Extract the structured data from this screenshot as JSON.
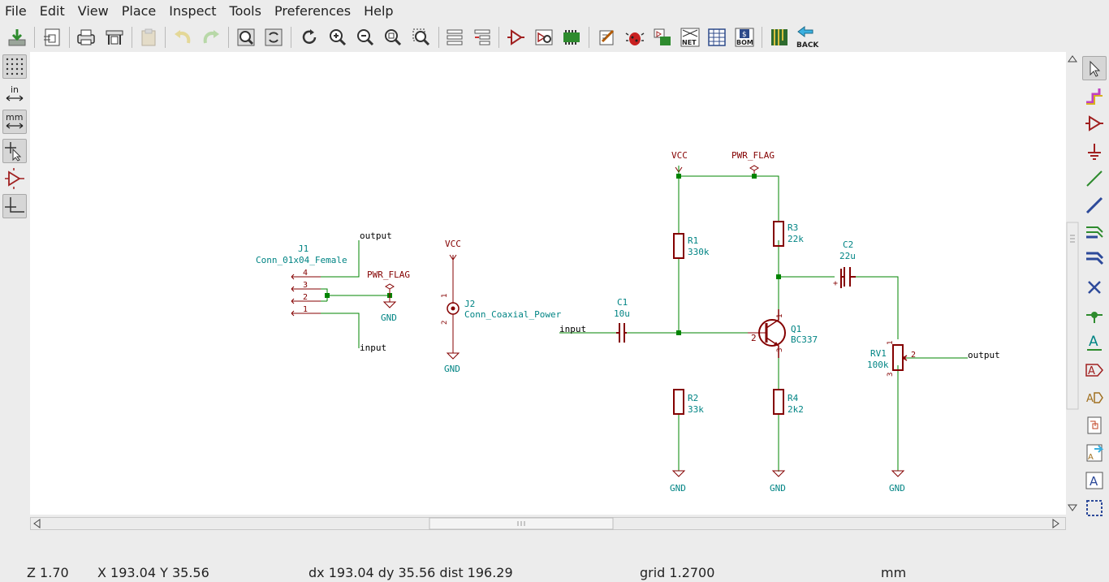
{
  "menu": [
    "File",
    "Edit",
    "View",
    "Place",
    "Inspect",
    "Tools",
    "Preferences",
    "Help"
  ],
  "toolbar": {
    "back_label": "BACK",
    "net_label": "NET",
    "bom_label": "BOM",
    "bom_symbol": "$"
  },
  "lefttb": {
    "in_label": "in",
    "mm_label": "mm"
  },
  "schematic": {
    "j1_ref": "J1",
    "j1_value": "Conn_01x04_Female",
    "j1_pins": [
      "4",
      "3",
      "2",
      "1"
    ],
    "output_label": "output",
    "input_label": "input",
    "pwr_flag": "PWR_FLAG",
    "gnd": "GND",
    "vcc": "VCC",
    "j2_ref": "J2",
    "j2_value": "Conn_Coaxial_Power",
    "j2_pin1": "1",
    "j2_pin2": "2",
    "c1_ref": "C1",
    "c1_value": "10u",
    "r1_ref": "R1",
    "r1_value": "330k",
    "r2_ref": "R2",
    "r2_value": "33k",
    "r3_ref": "R3",
    "r3_value": "22k",
    "r4_ref": "R4",
    "r4_value": "2k2",
    "c2_ref": "C2",
    "c2_value": "22u",
    "c2_plus": "+",
    "q1_ref": "Q1",
    "q1_value": "BC337",
    "q1_pin1": "1",
    "q1_pin2": "2",
    "q1_pin3": "3",
    "rv1_ref": "RV1",
    "rv1_value": "100k",
    "rv1_pin1": "1",
    "rv1_pin2": "2",
    "rv1_pin3": "3"
  },
  "status": {
    "zoom": "Z 1.70",
    "xy": "X 193.04  Y 35.56",
    "delta": "dx 193.04  dy 35.56  dist 196.29",
    "grid": "grid 1.2700",
    "units": "mm"
  },
  "colors": {
    "wire": "#008400",
    "symbol": "#840000",
    "text": "#008484",
    "label": "#000000",
    "power": "#840000"
  }
}
